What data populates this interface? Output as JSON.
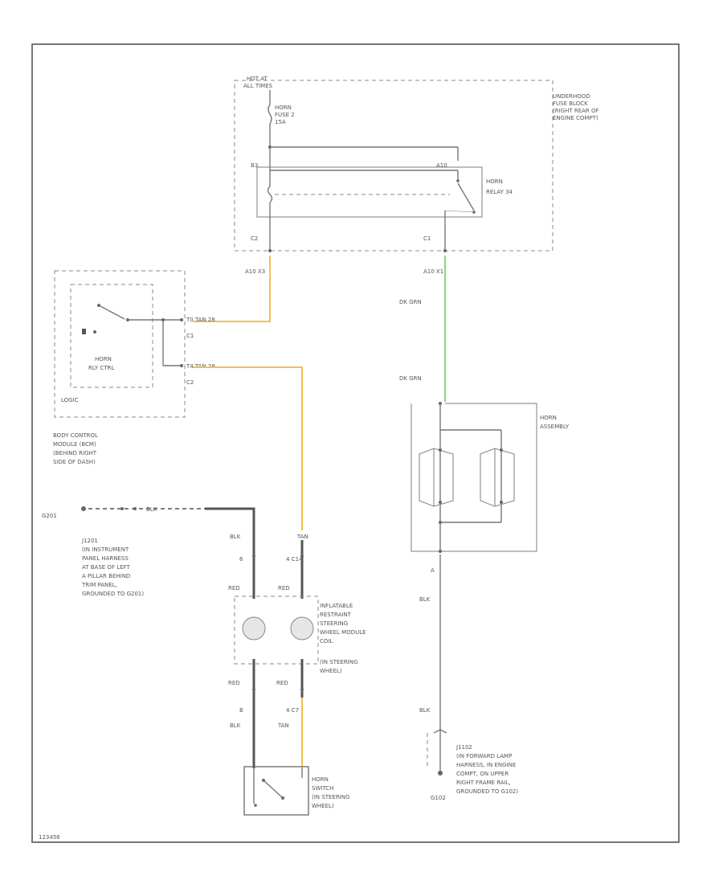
{
  "fuse_block": {
    "hot_label": [
      "HOT AT",
      "ALL TIMES"
    ],
    "fuse_label": [
      "HORN",
      "FUSE 2",
      "15A"
    ],
    "block_label": [
      "UNDERHOOD",
      "FUSE BLOCK",
      "(RIGHT REAR OF",
      "ENGINE COMPT)"
    ],
    "relay_label": [
      "HORN",
      "RELAY 34"
    ],
    "pin_left_top": "B3",
    "pin_right_top": "A10",
    "conn_c2": "C2",
    "conn_c1": "C1",
    "wire_left": "A10 X3",
    "wire_right": "A10 X1"
  },
  "bcm": {
    "label": [
      "BODY CONTROL",
      "MODULE (BCM)",
      "(BEHIND RIGHT",
      "SIDE OF DASH)"
    ],
    "relay_ctrl": [
      "HORN",
      "RLY CTRL"
    ],
    "logic": "LOGIC",
    "wire_top": "T0 TAN 28",
    "pin_top": "C1",
    "wire_bottom": "T4 TAN 28",
    "pin_bottom": "C2"
  },
  "ground_splice": {
    "ground_id": "G201",
    "wire_mid": "BLK",
    "label": [
      "J1201",
      "(IN INSTRUMENT",
      "PANEL HARNESS",
      "AT BASE OF LEFT",
      "A PILLAR BEHIND",
      "TRIM PANEL,",
      "GROUNDED TO G201)"
    ]
  },
  "steering": {
    "wire_left_top": "BLK",
    "wire_right_top": "TAN",
    "pin_left_top": "6",
    "pin_right_top": "4  C14",
    "coil_left_top": "RED",
    "coil_right_top": "RED",
    "module_label": [
      "INFLATABLE",
      "RESTRAINT",
      "STEERING",
      "WHEEL MODULE",
      "COIL"
    ],
    "module_sub": [
      "(IN STEERING",
      "WHEEL)"
    ],
    "coil_left_bottom": "RED",
    "coil_right_bottom": "RED",
    "pin_left_bottom": "B",
    "pin_right_bottom": "4  C7",
    "wire_left_bottom": "BLK",
    "wire_right_bottom": "TAN",
    "switch_label": [
      "HORN",
      "SWITCH",
      "(IN STEERING",
      "WHEEL)"
    ]
  },
  "horn": {
    "wire_top1": "DK GRN",
    "wire_top2": "DK GRN",
    "assembly_label": [
      "HORN",
      "ASSEMBLY"
    ],
    "pin_bottom": "A",
    "wire_mid": "BLK",
    "wire_bottom": "BLK",
    "splice_label": [
      "J1102",
      "(IN FORWARD LAMP",
      "HARNESS, IN ENGINE",
      "COMPT, ON UPPER",
      "RIGHT FRAME RAIL,",
      "GROUNDED TO G102)"
    ],
    "ground_id": "G102"
  },
  "footer": {
    "code": "123456"
  }
}
